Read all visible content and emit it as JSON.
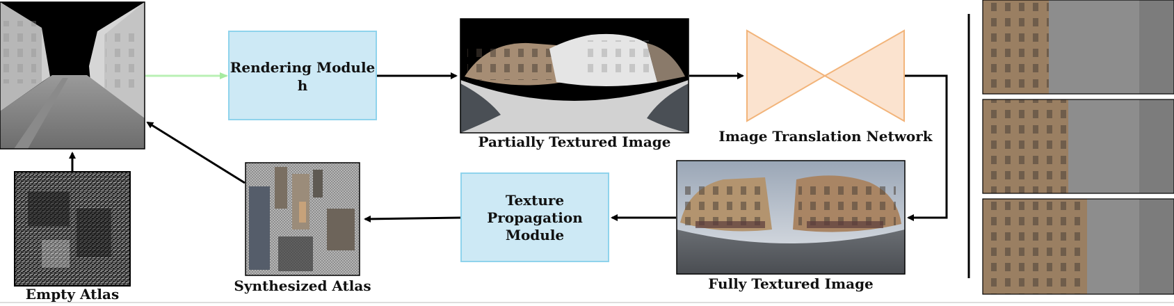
{
  "boxes": {
    "rendering": {
      "line1": "Rendering Module",
      "line2": "h"
    },
    "texture": {
      "line1": "Texture",
      "line2": "Propagation",
      "line3": "Module"
    }
  },
  "captions": {
    "partial": "Partially Textured Image",
    "network": "Image Translation Network",
    "full": "Fully Textured Image",
    "empty_atlas": "Empty Atlas",
    "synth_atlas": "Synthesized Atlas"
  },
  "colors": {
    "module_fill": "#cde9f5",
    "module_stroke": "#8fd3ec",
    "network_fill": "#fbe3cf",
    "network_stroke": "#f2b47a",
    "arrow_green": "#b9f0b4",
    "arrow_black": "#000000"
  }
}
